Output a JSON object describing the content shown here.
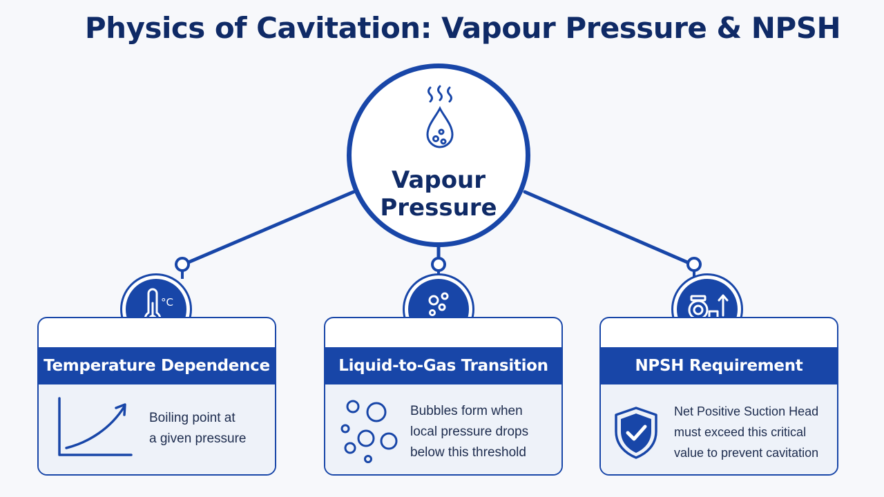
{
  "title": "Physics of Cavitation: Vapour Pressure & NPSH",
  "hub": {
    "label_line1": "Vapour",
    "label_line2": "Pressure",
    "icon": "water-drop-steam-icon"
  },
  "cards": [
    {
      "title": "Temperature Dependence",
      "badge_icon": "thermometer-icon",
      "badge_unit": "°C",
      "body_icon": "rising-curve-graph-icon",
      "text_lines": [
        "Boiling point at",
        "a given pressure"
      ]
    },
    {
      "title": "Liquid-to-Gas Transition",
      "badge_icon": "bubbles-wave-icon",
      "body_icon": "bubbles-icon",
      "text_lines": [
        "Bubbles form when",
        "local pressure drops",
        "below this threshold"
      ]
    },
    {
      "title": "NPSH Requirement",
      "badge_icon": "pump-arrow-up-icon",
      "body_icon": "shield-check-icon",
      "text_lines": [
        "Net Positive Suction Head",
        "must exceed this critical",
        "value to prevent cavitation"
      ]
    }
  ],
  "colors": {
    "primary": "#1846a8",
    "title": "#0f2a66",
    "background": "#f7f8fb",
    "card_body": "#eef2f9"
  }
}
